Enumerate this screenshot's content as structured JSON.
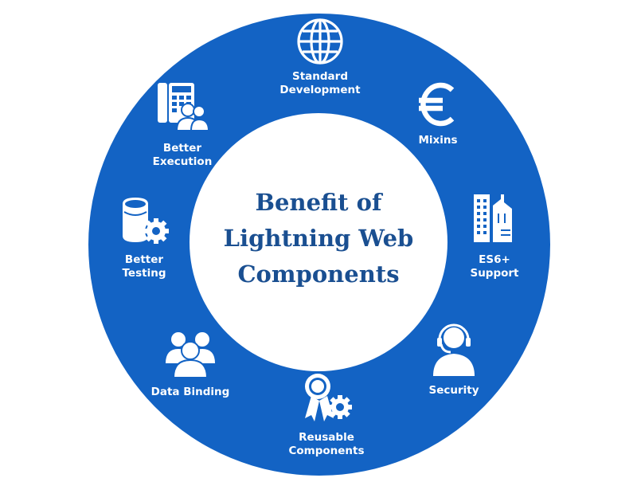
{
  "colors": {
    "ring": "#1363c4",
    "icon": "#ffffff",
    "title": "#1a4f91",
    "background": "#ffffff"
  },
  "center": {
    "title_lines": [
      "Benefit of",
      "Lightning Web",
      "Components"
    ]
  },
  "benefits": [
    {
      "icon": "globe-icon",
      "lines": [
        "Standard",
        "Development"
      ]
    },
    {
      "icon": "euro-icon",
      "lines": [
        "Mixins"
      ]
    },
    {
      "icon": "buildings-icon",
      "lines": [
        "ES6+",
        "Support"
      ]
    },
    {
      "icon": "headset-user-icon",
      "lines": [
        "Security"
      ]
    },
    {
      "icon": "badge-gear-icon",
      "lines": [
        "Reusable",
        "Components"
      ]
    },
    {
      "icon": "users-group-icon",
      "lines": [
        "Data Binding"
      ]
    },
    {
      "icon": "database-gear-icon",
      "lines": [
        "Better",
        "Testing"
      ]
    },
    {
      "icon": "phone-user-icon",
      "lines": [
        "Better",
        "Execution"
      ]
    }
  ]
}
